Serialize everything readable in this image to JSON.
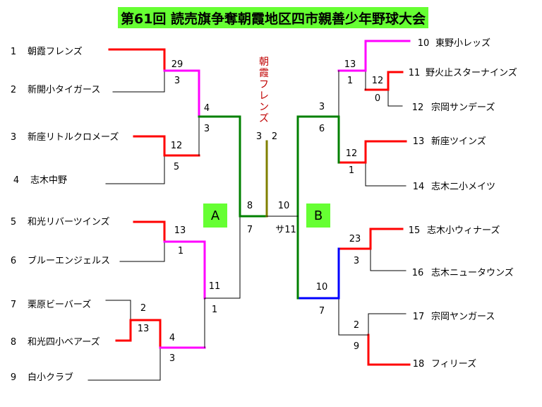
{
  "title": "第61回 読売旗争奪朝霞地区四市親善少年野球大会",
  "champion": "朝霞フレンズ",
  "blocks": {
    "a": "A",
    "b": "B"
  },
  "teams": [
    {
      "seed": "1",
      "name": "朝霞フレンズ"
    },
    {
      "seed": "2",
      "name": "新開小タイガース"
    },
    {
      "seed": "3",
      "name": "新座リトルクロメーズ"
    },
    {
      "seed": "4",
      "name": "志木中野"
    },
    {
      "seed": "5",
      "name": "和光リバーツインズ"
    },
    {
      "seed": "6",
      "name": "ブルーエンジェルス"
    },
    {
      "seed": "7",
      "name": "栗原ビーバーズ"
    },
    {
      "seed": "8",
      "name": "和光四小ベアーズ"
    },
    {
      "seed": "9",
      "name": "白小クラブ"
    },
    {
      "seed": "10",
      "name": "東野小レッズ"
    },
    {
      "seed": "11",
      "name": "野火止スターナインズ"
    },
    {
      "seed": "12",
      "name": "宗岡サンデーズ"
    },
    {
      "seed": "13",
      "name": "新座ツインズ"
    },
    {
      "seed": "14",
      "name": "志木二小メイツ"
    },
    {
      "seed": "15",
      "name": "志木小ウィナーズ"
    },
    {
      "seed": "16",
      "name": "志木ニュータウンズ"
    },
    {
      "seed": "17",
      "name": "宗岡ヤンガース"
    },
    {
      "seed": "18",
      "name": "フィリーズ"
    }
  ],
  "scores": {
    "m1": [
      "29",
      "3"
    ],
    "m2": [
      "12",
      "5"
    ],
    "m3": [
      "4",
      "3"
    ],
    "m4": [
      "13",
      "1"
    ],
    "m5": [
      "2",
      "13"
    ],
    "m6": [
      "4",
      "3"
    ],
    "m7": [
      "11",
      "1"
    ],
    "m8": [
      "8",
      "7"
    ],
    "m9": [
      "12",
      "0"
    ],
    "m10": [
      "13",
      "1"
    ],
    "m11": [
      "12",
      "1"
    ],
    "m12": [
      "3",
      "6"
    ],
    "m13": [
      "23",
      "3"
    ],
    "m14": [
      "2",
      "9"
    ],
    "m15": [
      "10",
      "7"
    ],
    "m16": [
      "10",
      "サ11"
    ],
    "final": [
      "3",
      "2"
    ]
  },
  "colors": {
    "title_bg": "#66ff33",
    "plain": "#000000",
    "red": "#ff0000",
    "magenta": "#ff00ff",
    "green": "#008000",
    "olive": "#808000",
    "blue": "#0000ff",
    "champion_text": "#c00000"
  }
}
